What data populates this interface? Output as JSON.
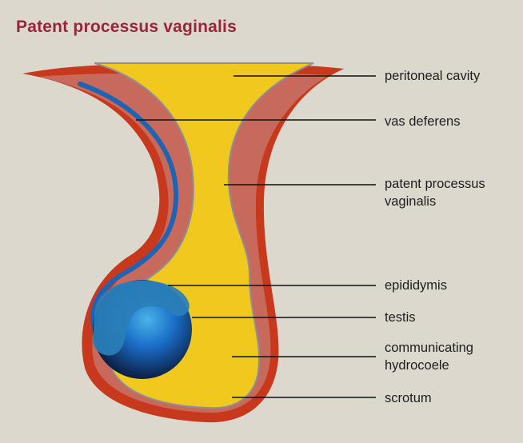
{
  "title": "Patent processus vaginalis",
  "labels": {
    "peritoneal_cavity": "peritoneal cavity",
    "vas_deferens": "vas deferens",
    "patent_processus_line1": "patent processus",
    "patent_processus_line2": "vaginalis",
    "epididymis": "epididymis",
    "testis": "testis",
    "hydrocoele_line1": "communicating",
    "hydrocoele_line2": "hydrocoele",
    "scrotum": "scrotum"
  },
  "colors": {
    "title": "#9a2438",
    "background": "#dcd8ce",
    "wall_outer": "#c8381c",
    "wall_fill": "#c76a5c",
    "fluid": "#f1c81e",
    "vas": "#1f63b4",
    "testis": "#1b6fc9",
    "epididymis": "#2a7fb8"
  }
}
